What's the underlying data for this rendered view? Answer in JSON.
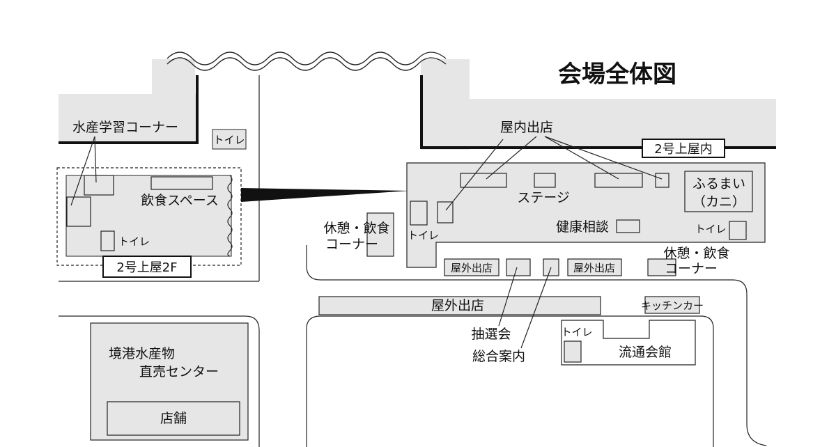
{
  "title": "会場全体図",
  "colors": {
    "area": "#e6e6e6",
    "line": "#222222",
    "thick": "#111111",
    "background": "#ffffff"
  },
  "labels": {
    "suisan_gakushu": "水産学習コーナー",
    "toilet_top": "トイレ",
    "inshoku_space": "飲食スペース",
    "toilet_2f": "トイレ",
    "annex_2f": "2号上屋2F",
    "okunai_shutten": "屋内出店",
    "annex_indoor": "2号上屋内",
    "stage": "ステージ",
    "furumai_1": "ふるまい",
    "furumai_2": "（カニ）",
    "kenko_sodan": "健康相談",
    "toilet_right": "トイレ",
    "kyukei_left_1": "休憩・飲食",
    "kyukei_left_2": "コーナー",
    "toilet_mid": "トイレ",
    "kyukei_right_1": "休憩・飲食",
    "kyukei_right_2": "コーナー",
    "okugai_1": "屋外出店",
    "okugai_2": "屋外出店",
    "okugai_main": "屋外出店",
    "kitchen_car": "キッチンカー",
    "chusenkai": "抽選会",
    "sogo_annai": "総合案内",
    "toilet_ryutsu": "トイレ",
    "ryutsu_kaikan": "流通会館",
    "center_1": "境港水産物",
    "center_2": "直売センター",
    "tenpo": "店舗"
  }
}
